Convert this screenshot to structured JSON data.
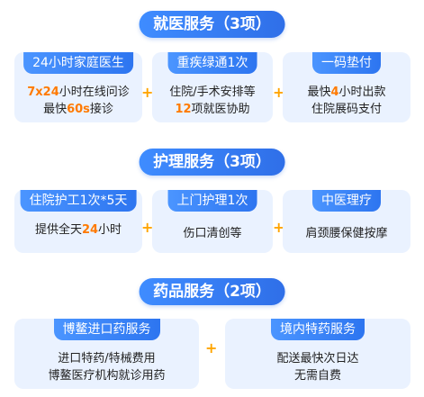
{
  "sections": [
    {
      "title": "就医服务（3项）",
      "cards": [
        {
          "label": "24小时家庭医生",
          "line1_a": "7x24",
          "line1_b": "小时在线问诊",
          "line2_a": "最快",
          "line2_b": "60s",
          "line2_c": "接诊"
        },
        {
          "label": "重疾绿通1次",
          "line1": "住院/手术安排等",
          "line2_a": "12",
          "line2_b": "项就医协助"
        },
        {
          "label": "一码垫付",
          "line1_a": "最快",
          "line1_b": "4",
          "line1_c": "小时出款",
          "line2": "住院展码支付"
        }
      ]
    },
    {
      "title": "护理服务（3项）",
      "cards": [
        {
          "label": "住院护工1次*5天",
          "line1_a": "提供全天",
          "line1_b": "24",
          "line1_c": "小时"
        },
        {
          "label": "上门护理1次",
          "line1": "伤口清创等"
        },
        {
          "label": "中医理疗",
          "line1": "肩颈腰保健按摩"
        }
      ]
    },
    {
      "title": "药品服务（2项）",
      "cards": [
        {
          "label": "博鳌进口药服务",
          "line1": "进口特药/特械费用",
          "line2": "博鳌医疗机构就诊用药"
        },
        {
          "label": "境内特药服务",
          "line1": "配送最快次日达",
          "line2": "无需自费"
        }
      ]
    }
  ],
  "plus_symbol": "+",
  "colors": {
    "title_bg": "#2f6fe8",
    "card_bg": "#eaf2ff",
    "accent": "#ff7a00",
    "plus": "#ffa500"
  }
}
